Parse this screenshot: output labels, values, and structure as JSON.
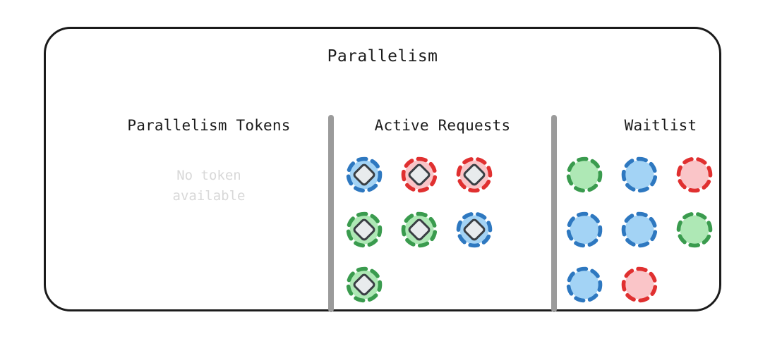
{
  "diagram": {
    "title": "Parallelism",
    "palette": {
      "border": "#1b1b1b",
      "divider": "#9b9b9b",
      "muted_text": "#d8d8d8",
      "blue_fill": "#a3d3f5",
      "blue_stroke": "#2e78c0",
      "green_fill": "#aee8b5",
      "green_stroke": "#3a9b4e",
      "red_fill": "#fac5c8",
      "red_stroke": "#e03030",
      "token_fill": "#e8ebed",
      "token_stroke": "#3a3f44"
    },
    "columns": [
      {
        "id": "parallelism-tokens",
        "heading": "Parallelism Tokens",
        "empty_note": "No token\navailable",
        "nodes": []
      },
      {
        "id": "active-requests",
        "heading": "Active Requests",
        "empty_note": "",
        "nodes": [
          {
            "color": "blue",
            "has_token": true
          },
          {
            "color": "red",
            "has_token": true
          },
          {
            "color": "red",
            "has_token": true
          },
          {
            "color": "green",
            "has_token": true
          },
          {
            "color": "green",
            "has_token": true
          },
          {
            "color": "blue",
            "has_token": true
          },
          {
            "color": "green",
            "has_token": true
          }
        ]
      },
      {
        "id": "waitlist",
        "heading": "Waitlist",
        "empty_note": "",
        "nodes": [
          {
            "color": "green",
            "has_token": false
          },
          {
            "color": "blue",
            "has_token": false
          },
          {
            "color": "red",
            "has_token": false
          },
          {
            "color": "blue",
            "has_token": false
          },
          {
            "color": "blue",
            "has_token": false
          },
          {
            "color": "green",
            "has_token": false
          },
          {
            "color": "blue",
            "has_token": false
          },
          {
            "color": "red",
            "has_token": false
          }
        ]
      }
    ]
  }
}
